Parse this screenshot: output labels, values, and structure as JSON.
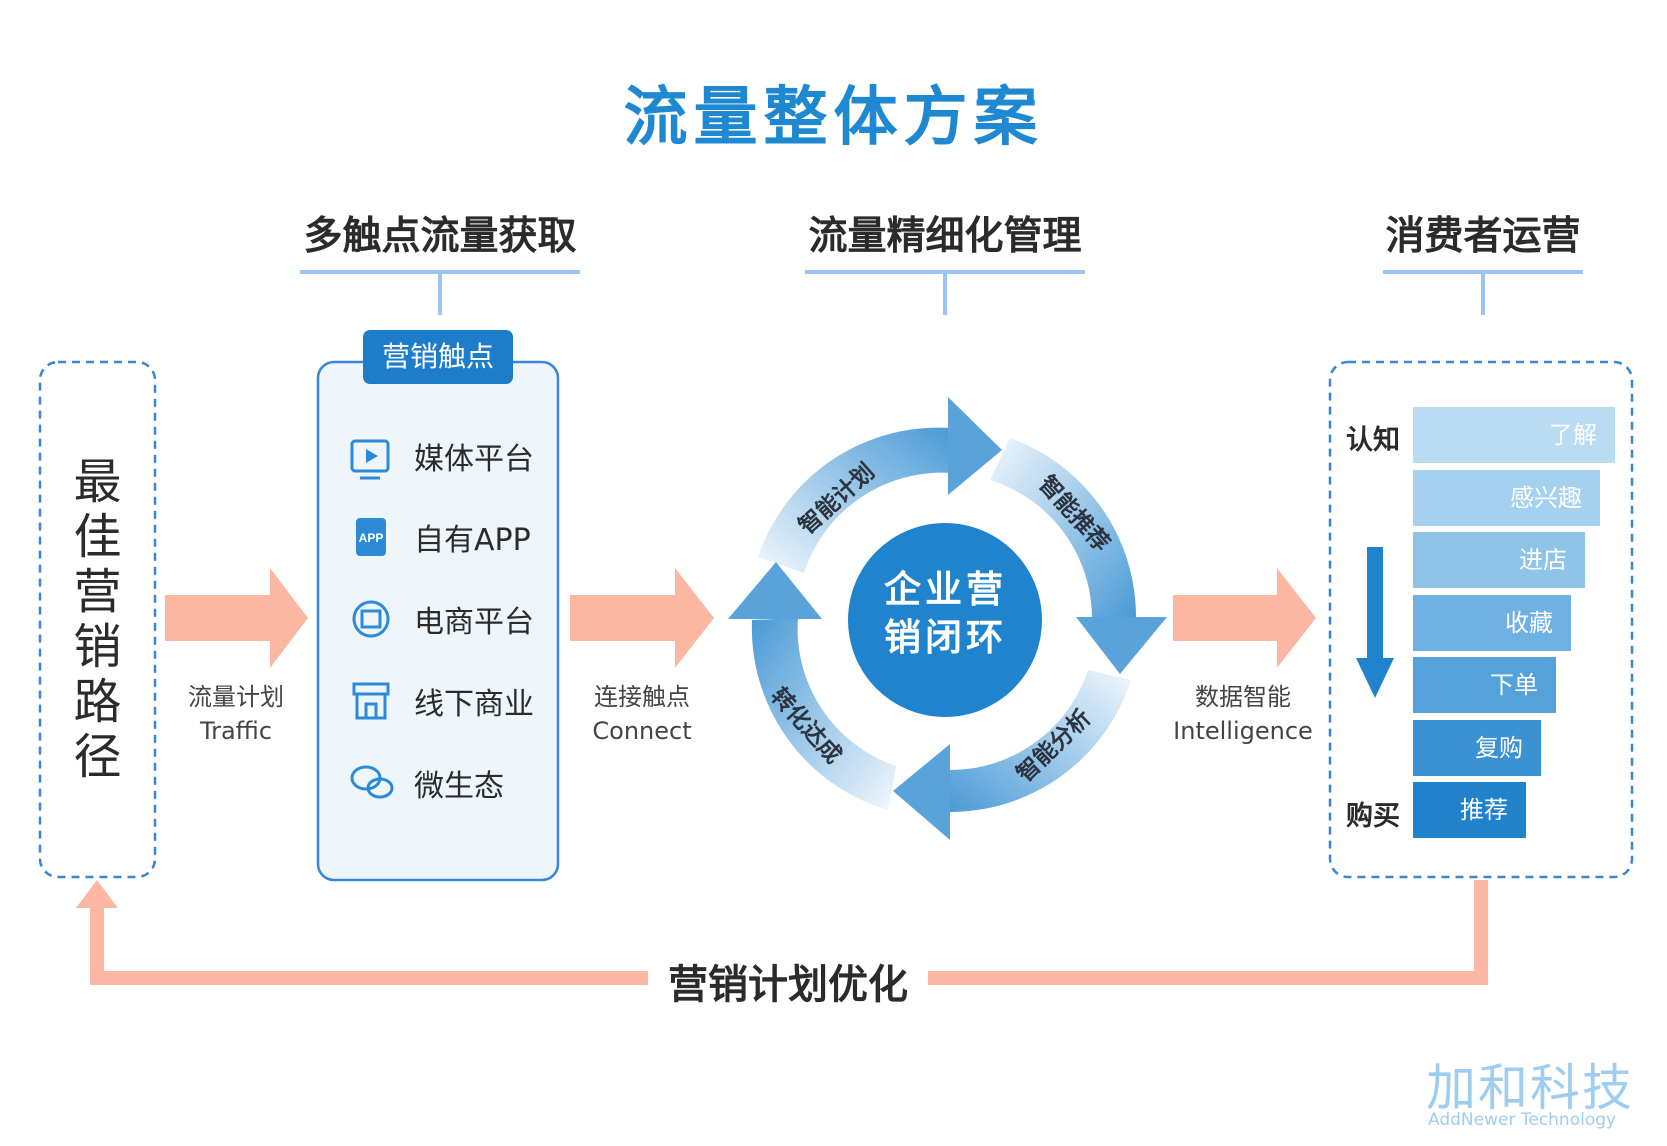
{
  "title": "流量整体方案",
  "sections": {
    "acquire": "多触点流量获取",
    "manage": "流量精细化管理",
    "operate": "消费者运营"
  },
  "path": {
    "label_chars": [
      "最",
      "佳",
      "营",
      "销",
      "路",
      "径"
    ]
  },
  "touchpoints": {
    "badge": "营销触点",
    "items": [
      {
        "label": "媒体平台",
        "icon": "video-play-icon"
      },
      {
        "label": "自有APP",
        "icon": "app-icon"
      },
      {
        "label": "电商平台",
        "icon": "film-icon"
      },
      {
        "label": "线下商业",
        "icon": "store-icon"
      },
      {
        "label": "微生态",
        "icon": "wechat-icon"
      }
    ]
  },
  "arrows": {
    "traffic": {
      "cn": "流量计划",
      "en": "Traffic"
    },
    "connect": {
      "cn": "连接触点",
      "en": "Connect"
    },
    "intel": {
      "cn": "数据智能",
      "en": "Intelligence"
    }
  },
  "cycle": {
    "center": [
      "企业营",
      "销闭环"
    ],
    "plan": "智能计划",
    "recommend": "智能推荐",
    "analyze": "智能分析",
    "convert": "转化达成"
  },
  "funnel": {
    "top_label": "认知",
    "bottom_label": "购买",
    "stages": [
      "了解",
      "感兴趣",
      "进店",
      "收藏",
      "下单",
      "复购",
      "推荐"
    ],
    "colors": [
      "#b9dcf2",
      "#a5d0ee",
      "#8fc4ea",
      "#6fb1e2",
      "#55a2da",
      "#3b92d2",
      "#1f82ca"
    ]
  },
  "loop": {
    "label": "营销计划优化"
  },
  "logo": {
    "cn": "加和科技",
    "en": "AddNewer Technology"
  },
  "colors": {
    "accent": "#1e88d0",
    "arrow": "#fbb7a2",
    "dashed": "#3a86d6"
  }
}
